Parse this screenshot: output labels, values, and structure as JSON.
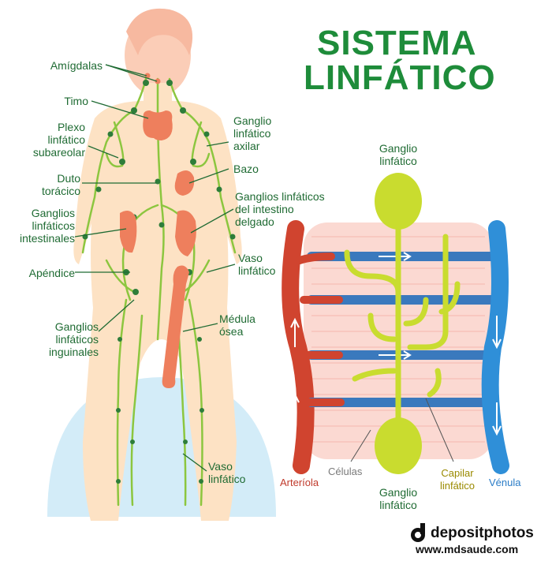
{
  "title": {
    "line1": "SISTEMA",
    "line2": "LINFÁTICO"
  },
  "body_labels": {
    "amigdalas": "Amígdalas",
    "timo": "Timo",
    "plexo_1": "Plexo",
    "plexo_2": "linfático",
    "plexo_3": "subareolar",
    "duto_1": "Duto",
    "duto_2": "torácico",
    "gint_1": "Ganglios",
    "gint_2": "linfáticos",
    "gint_3": "intestinales",
    "apendice": "Apéndice",
    "ging_1": "Ganglios",
    "ging_2": "linfáticos",
    "ging_3": "inguinales",
    "gaxilar_1": "Ganglio",
    "gaxilar_2": "linfático",
    "gaxilar_3": "axilar",
    "bazo": "Bazo",
    "gid_1": "Ganglios linfáticos",
    "gid_2": "del intestino",
    "gid_3": "delgado",
    "vaso1_1": "Vaso",
    "vaso1_2": "linfático",
    "medula_1": "Médula",
    "medula_2": "ósea",
    "vaso2_1": "Vaso",
    "vaso2_2": "linfático"
  },
  "detail_labels": {
    "ganglio_top_1": "Ganglio",
    "ganglio_top_2": "linfático",
    "ganglio_bot_1": "Ganglio",
    "ganglio_bot_2": "linfático",
    "arteriola": "Arteríola",
    "celulas": "Células",
    "capilar_1": "Capilar",
    "capilar_2": "linfático",
    "venula": "Vénula"
  },
  "branding": {
    "logo_text": "depositphotos",
    "url": "www.mdsaude.com"
  },
  "colors": {
    "title_green": "#1e8c3a",
    "label_green": "#1f6b33",
    "lymph_green": "#8cc63f",
    "node_green": "#2e7d3a",
    "skin": "#fde2c4",
    "head_pink": "#fbcdb7",
    "organ_salmon": "#ee7f5d",
    "artery_red": "#d0442f",
    "vein_blue": "#2f8fd8",
    "node_yellow": "#c9dc2f",
    "cells_pink": "#fbd9d2",
    "backdrop_blue": "#d3ecf8"
  }
}
